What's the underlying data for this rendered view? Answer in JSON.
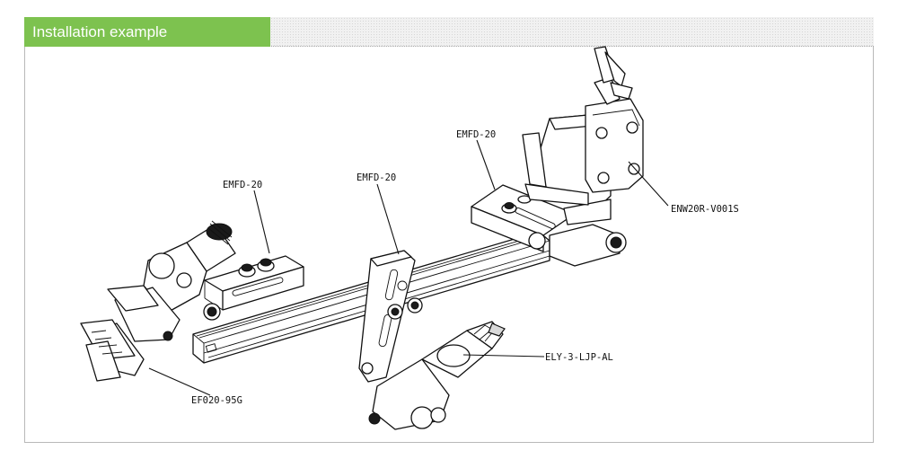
{
  "header": {
    "title": "Installation example"
  },
  "callouts": {
    "emfd_left": "EMFD-20",
    "emfd_mid": "EMFD-20",
    "emfd_right": "EMFD-20",
    "enw": "ENW20R-V001S",
    "ely": "ELY-3-LJP-AL",
    "ef": "EF020-95G"
  },
  "colors": {
    "header_accent": "#7dc24f",
    "header_rest": "#f1f1f1",
    "frame_border": "#b8b8b8"
  }
}
